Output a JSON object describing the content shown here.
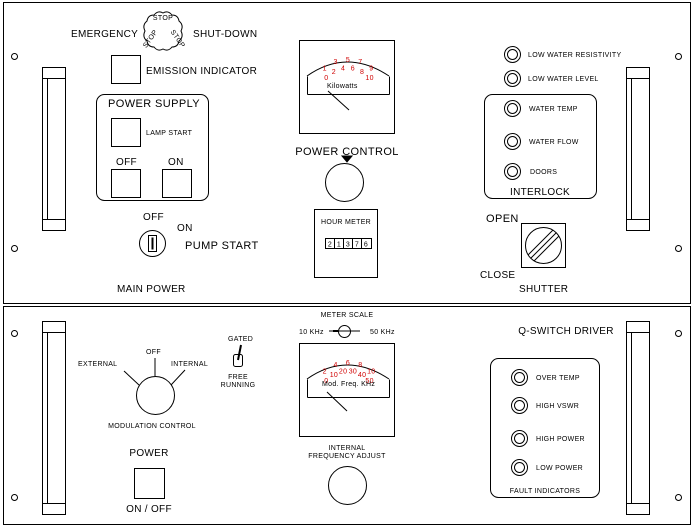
{
  "upper_panel": {
    "emergency_label": "EMERGENCY",
    "shutdown_label": "SHUT-DOWN",
    "stop_knob_text": "STOP",
    "emission_indicator_label": "EMISSION INDICATOR",
    "power_supply": {
      "title": "POWER SUPPLY",
      "lamp_start_label": "LAMP START",
      "off_label": "OFF",
      "on_label": "ON"
    },
    "key_switch": {
      "off_label": "OFF",
      "on_label": "ON",
      "pump_start_label": "PUMP START",
      "main_power_label": "MAIN POWER"
    },
    "power_meter": {
      "unit_label": "Kilowatts",
      "scale_labels": [
        "0",
        "2",
        "4",
        "6",
        "8",
        "10"
      ],
      "minor_labels": [
        "1",
        "3",
        "5",
        "7",
        "9"
      ],
      "needle_value": 0.5
    },
    "power_control_label": "POWER CONTROL",
    "hour_meter": {
      "title": "HOUR METER",
      "digits": [
        "2",
        "1",
        "3",
        "7",
        "6"
      ]
    },
    "indicators": {
      "low_water_resistivity": "LOW WATER RESISTIVITY",
      "low_water_level": "LOW WATER LEVEL"
    },
    "interlock": {
      "title": "INTERLOCK",
      "water_temp": "WATER TEMP",
      "water_flow": "WATER FLOW",
      "doors": "DOORS"
    },
    "shutter": {
      "open_label": "OPEN",
      "close_label": "CLOSE",
      "title": "SHUTTER"
    }
  },
  "lower_panel": {
    "modulation": {
      "external_label": "EXTERNAL",
      "off_label": "OFF",
      "internal_label": "INTERNAL",
      "title": "MODULATION CONTROL"
    },
    "gate_switch": {
      "gated_label": "GATED",
      "free_label": "FREE",
      "running_label": "RUNNING"
    },
    "meter_scale": {
      "title": "METER SCALE",
      "low_label": "10 KHz",
      "high_label": "50 KHz"
    },
    "freq_meter": {
      "unit_label": "Mod. Freq. KHz",
      "scale_labels": [
        "0",
        "10",
        "20",
        "30",
        "40",
        "50"
      ],
      "minor_labels": [
        "2",
        "4",
        "6",
        "8",
        "10"
      ],
      "needle_value": 0.45
    },
    "freq_adjust": {
      "line1": "INTERNAL",
      "line2": "FREQUENCY ADJUST"
    },
    "power": {
      "title": "POWER",
      "onoff_label": "ON / OFF"
    },
    "qswitch_title": "Q-SWITCH DRIVER",
    "fault": {
      "over_temp": "OVER TEMP",
      "high_vswr": "HIGH VSWR",
      "high_power": "HIGH POWER",
      "low_power": "LOW POWER",
      "title": "FAULT INDICATORS"
    }
  }
}
